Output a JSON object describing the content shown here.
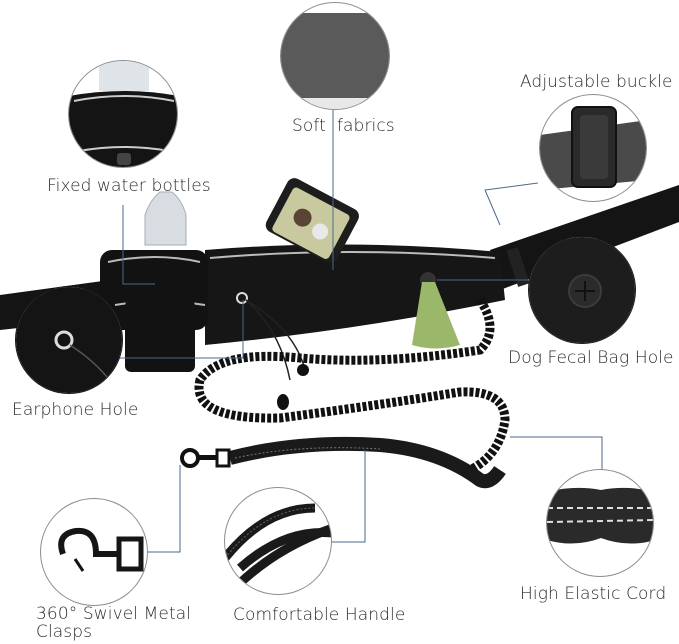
{
  "product": "Hands-free dog leash waist bag with bungee leash",
  "colors": {
    "background": "#ffffff",
    "label_text": "#2b2b2b",
    "leader_line": "#4a6a8c",
    "circle_border": "#8a8f94",
    "bag": "#141414",
    "fabric": "#555555",
    "poop_bag": "#9bb86a",
    "phone_screen": "#c9c9a0"
  },
  "callouts": [
    {
      "id": "fixed-water-bottles",
      "label": "Fixed water bottles"
    },
    {
      "id": "soft-fabrics",
      "label": "Soft  fabrics"
    },
    {
      "id": "adjustable-buckle",
      "label": "Adjustable buckle"
    },
    {
      "id": "earphone-hole",
      "label": "Earphone Hole"
    },
    {
      "id": "dog-fecal-bag-hole",
      "label": "Dog Fecal Bag Hole"
    },
    {
      "id": "swivel-clasps",
      "label_line1": "360° Swivel Metal",
      "label_line2": "Clasps"
    },
    {
      "id": "comfortable-handle",
      "label": "Comfortable Handle"
    },
    {
      "id": "high-elastic-cord",
      "label": "High Elastic Cord"
    }
  ]
}
